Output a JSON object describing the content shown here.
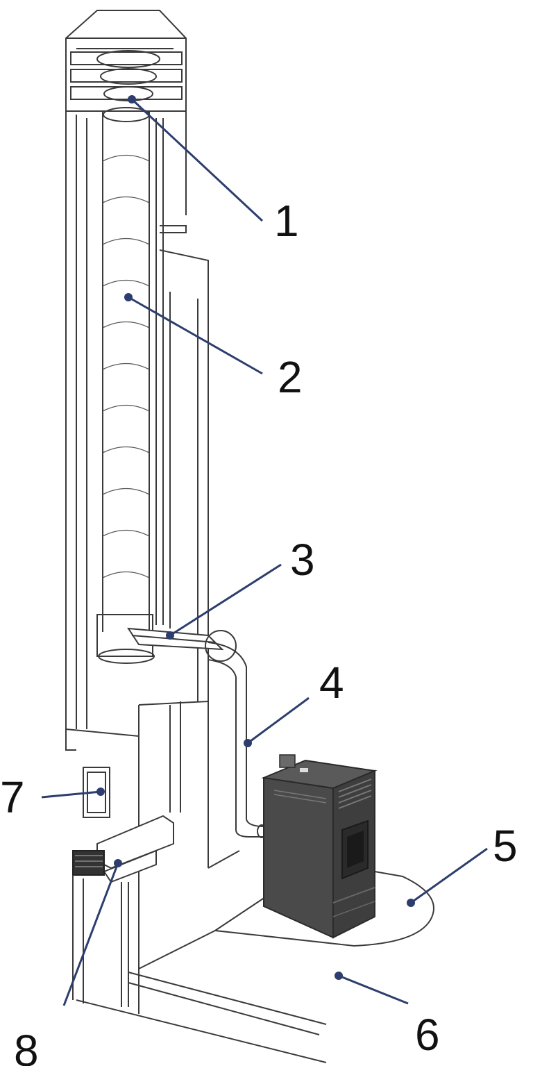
{
  "callouts": [
    {
      "id": "1",
      "label": "1"
    },
    {
      "id": "2",
      "label": "2"
    },
    {
      "id": "3",
      "label": "3"
    },
    {
      "id": "4",
      "label": "4"
    },
    {
      "id": "5",
      "label": "5"
    },
    {
      "id": "6",
      "label": "6"
    },
    {
      "id": "7",
      "label": "7"
    },
    {
      "id": "8",
      "label": "8"
    }
  ],
  "colors": {
    "leader": "#2d3e6e",
    "line": "#3a3a3a",
    "stove": "#4a4a4a"
  }
}
